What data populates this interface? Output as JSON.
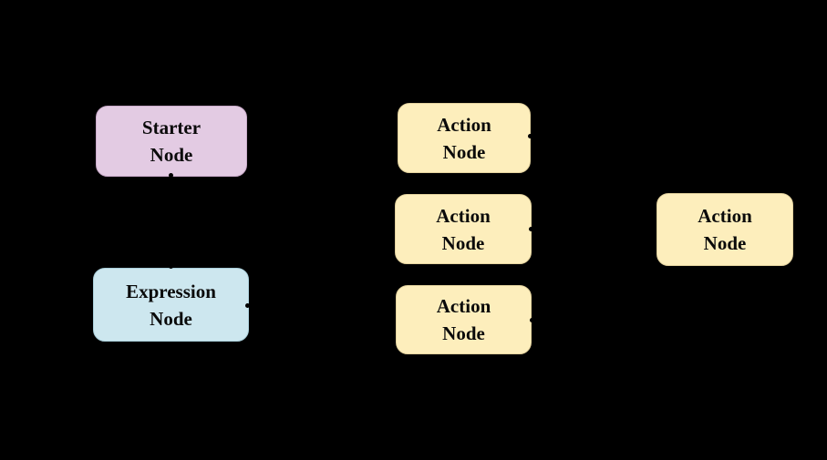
{
  "diagram": {
    "title": "node-flow-diagram",
    "background_color": "#000000",
    "text_color": "#0a0a0a",
    "nodes": [
      {
        "id": "starter-node",
        "label": "Starter\nNode",
        "fill": "#e3cbe3",
        "border": "#c9aac9"
      },
      {
        "id": "expression-node",
        "label": "Expression\nNode",
        "fill": "#cde7ef",
        "border": "#aacfdb"
      },
      {
        "id": "action-node-1",
        "label": "Action\nNode",
        "fill": "#fdeebc",
        "border": "#e3d29e"
      },
      {
        "id": "action-node-2",
        "label": "Action\nNode",
        "fill": "#fdeebc",
        "border": "#e3d29e"
      },
      {
        "id": "action-node-3",
        "label": "Action\nNode",
        "fill": "#fdeebc",
        "border": "#e3d29e"
      },
      {
        "id": "action-node-4",
        "label": "Action\nNode",
        "fill": "#fdeebc",
        "border": "#e3d29e"
      }
    ],
    "connector_tips": [
      {
        "id": "tip-starter-bottom",
        "attached_to": "starter-node"
      },
      {
        "id": "tip-expression-top",
        "attached_to": "expression-node"
      },
      {
        "id": "tip-expression-right",
        "attached_to": "expression-node"
      },
      {
        "id": "tip-action-1-right",
        "attached_to": "action-node-1"
      },
      {
        "id": "tip-action-2-right",
        "attached_to": "action-node-2"
      },
      {
        "id": "tip-action-3-right",
        "attached_to": "action-node-3"
      }
    ]
  }
}
